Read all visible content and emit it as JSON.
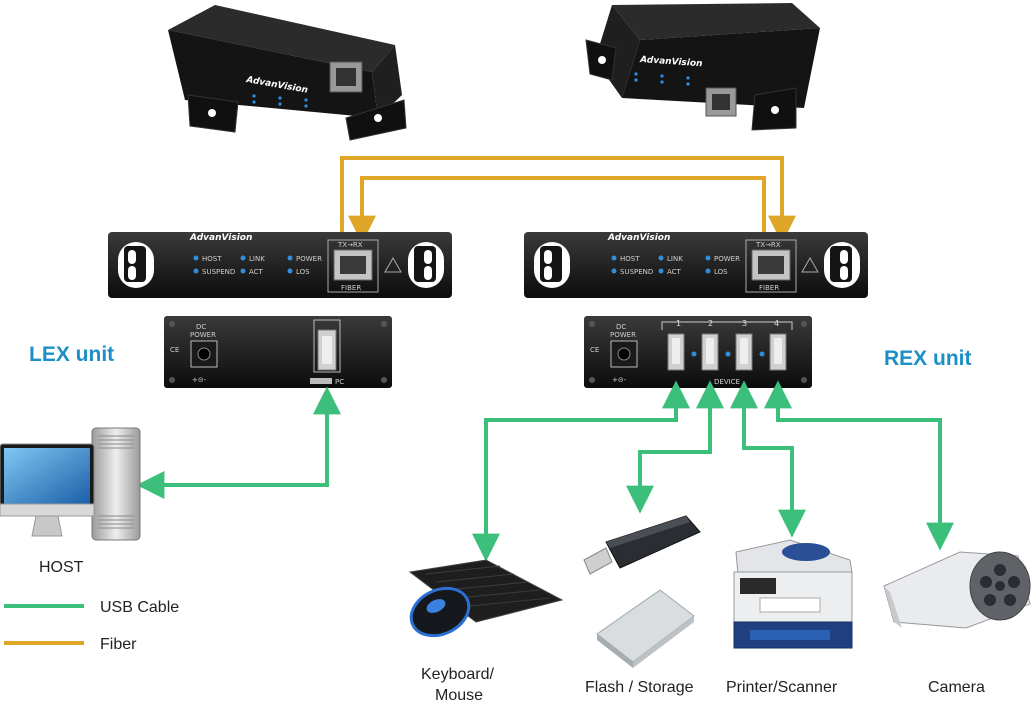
{
  "units": {
    "lex_label": "LEX unit",
    "rex_label": "REX unit"
  },
  "devices": {
    "host": "HOST",
    "keyboard_line1": "Keyboard/",
    "keyboard_line2": "Mouse",
    "flash": "Flash / Storage",
    "printer": "Printer/Scanner",
    "camera": "Camera"
  },
  "legend": {
    "usb": "USB Cable",
    "fiber": "Fiber"
  },
  "panel": {
    "brand": "AdvanVision",
    "led_host": "HOST",
    "led_suspend": "SUSPEND",
    "led_link": "LINK",
    "led_act": "ACT",
    "led_power": "POWER",
    "led_los": "LOS",
    "txrx": "TX→RX",
    "fiber": "FIBER",
    "dc": "DC",
    "power": "POWER",
    "pc": "PC",
    "device": "DEVICE",
    "port1": "1",
    "port2": "2",
    "port3": "3",
    "port4": "4"
  },
  "colors": {
    "usb": "#3cbf7a",
    "fiber": "#e0a628",
    "title": "#1e8fc6"
  },
  "icons": [
    "host-computer-icon",
    "keyboard-icon",
    "mouse-icon",
    "flash-drive-icon",
    "hard-drive-icon",
    "printer-icon",
    "camera-icon"
  ]
}
